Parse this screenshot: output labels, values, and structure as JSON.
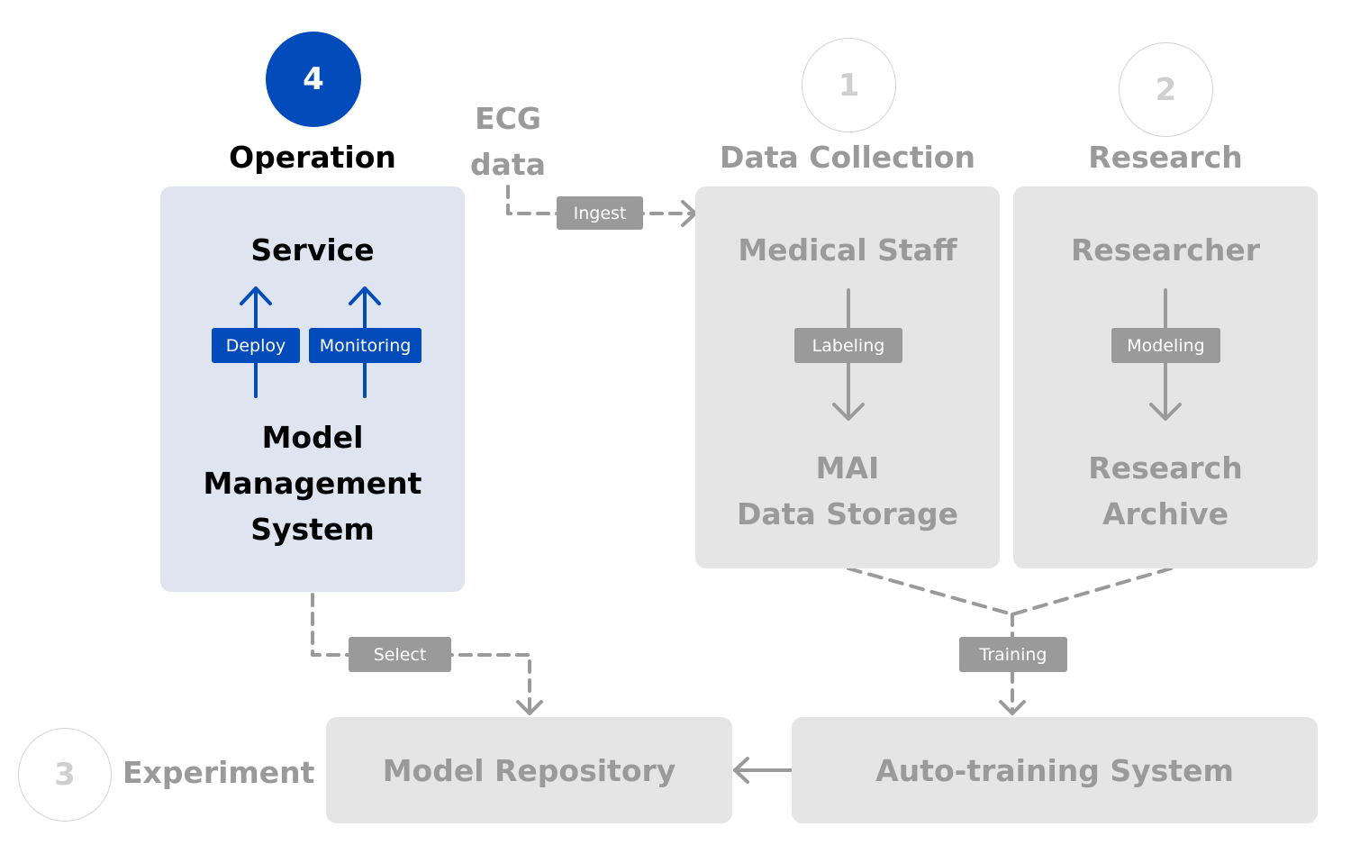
{
  "colors": {
    "active": "#024bbb",
    "active_panel": "#dfe4f1",
    "inactive_panel": "#e5e5e5",
    "inactive_text": "#9a9a9a",
    "connector": "#9a9a9a"
  },
  "phases": {
    "operation": {
      "number": "4",
      "title": "Operation",
      "state": "active"
    },
    "data_collection": {
      "number": "1",
      "title": "Data Collection",
      "state": "inactive"
    },
    "research": {
      "number": "2",
      "title": "Research",
      "state": "inactive"
    },
    "experiment": {
      "number": "3",
      "title": "Experiment",
      "state": "inactive"
    }
  },
  "operation_panel": {
    "top": "Service",
    "bottom_lines": [
      "Model",
      "Management",
      "System"
    ],
    "tags": {
      "deploy": "Deploy",
      "monitoring": "Monitoring"
    }
  },
  "data_collection_panel": {
    "top": "Medical Staff",
    "bottom_lines": [
      "MAI",
      "Data Storage"
    ],
    "tag": "Labeling"
  },
  "research_panel": {
    "top": "Researcher",
    "bottom_lines": [
      "Research",
      "Archive"
    ],
    "tag": "Modeling"
  },
  "ecg_source": {
    "lines": [
      "ECG",
      "data"
    ]
  },
  "connectors": {
    "ingest": "Ingest",
    "select": "Select",
    "training": "Training"
  },
  "bottom_nodes": {
    "model_repository": "Model Repository",
    "auto_training": "Auto-training System"
  }
}
